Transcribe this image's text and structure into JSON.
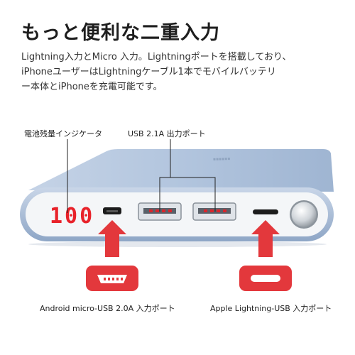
{
  "headline": "もっと便利な二重入力",
  "description": [
    "Lightning入力とMicro 入力。Lightningポートを搭載しており、",
    "iPhoneユーザーはLightningケーブル1本でモバイルバッテリ",
    "ー本体とiPhoneを充電可能です。"
  ],
  "callouts": {
    "indicator": "電池残量インジケータ",
    "usb_output": "USB 2.1A 出力ポート",
    "micro_input": "Android micro-USB 2.0A 入力ポート",
    "lightning_input": "Apple Lightning-USB 入力ポート"
  },
  "display": {
    "value": "100"
  },
  "colors": {
    "accent_red": "#e3383c",
    "led_red": "#e8222a",
    "body_blue": "#a9bfdb",
    "panel_white": "#f4f6f8"
  },
  "icons": [
    "micro-usb-connector-icon",
    "lightning-connector-icon"
  ]
}
